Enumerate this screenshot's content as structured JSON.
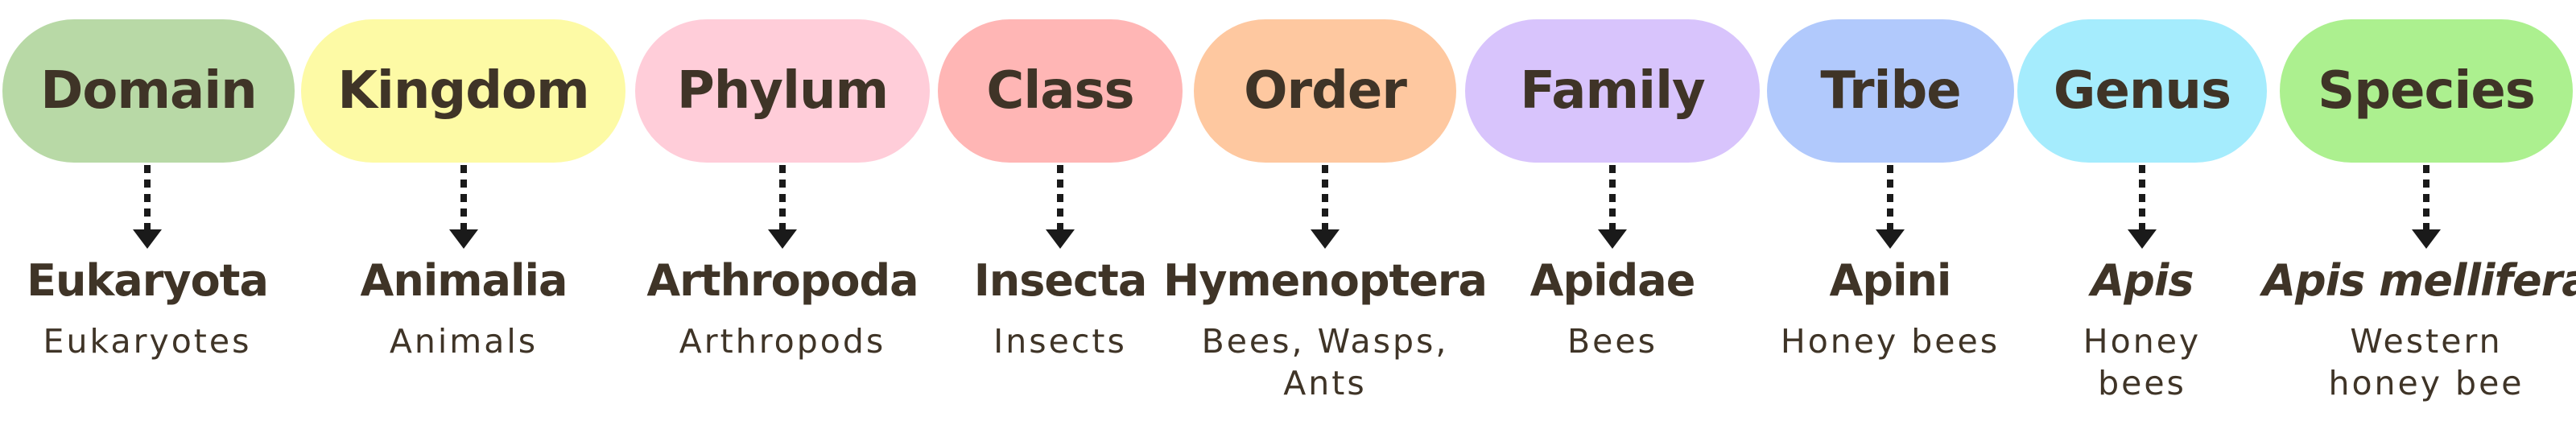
{
  "ranks": [
    {
      "rank": "Domain",
      "name": "Eukaryota",
      "common": "Eukaryotes",
      "color": "#b8d9a6"
    },
    {
      "rank": "Kingdom",
      "name": "Animalia",
      "common": "Animals",
      "color": "#fdfaa5"
    },
    {
      "rank": "Phylum",
      "name": "Arthropoda",
      "common": "Arthropods",
      "color": "#ffcdd9"
    },
    {
      "rank": "Class",
      "name": "Insecta",
      "common": "Insects",
      "color": "#ffb6b5"
    },
    {
      "rank": "Order",
      "name": "Hymenoptera",
      "common": "Bees, Wasps, Ants",
      "color": "#fec8a0"
    },
    {
      "rank": "Family",
      "name": "Apidae",
      "common": "Bees",
      "color": "#d8c4fc"
    },
    {
      "rank": "Tribe",
      "name": "Apini",
      "common": "Honey bees",
      "color": "#b1c9fc"
    },
    {
      "rank": "Genus",
      "name": "Apis",
      "common": "Honey bees",
      "color": "#a5ecfd",
      "italic": true
    },
    {
      "rank": "Species",
      "name": "Apis mellifera",
      "common": "Western honey bee",
      "color": "#acf08f",
      "italic": true
    }
  ],
  "arrow_color": "#1a1a1a"
}
